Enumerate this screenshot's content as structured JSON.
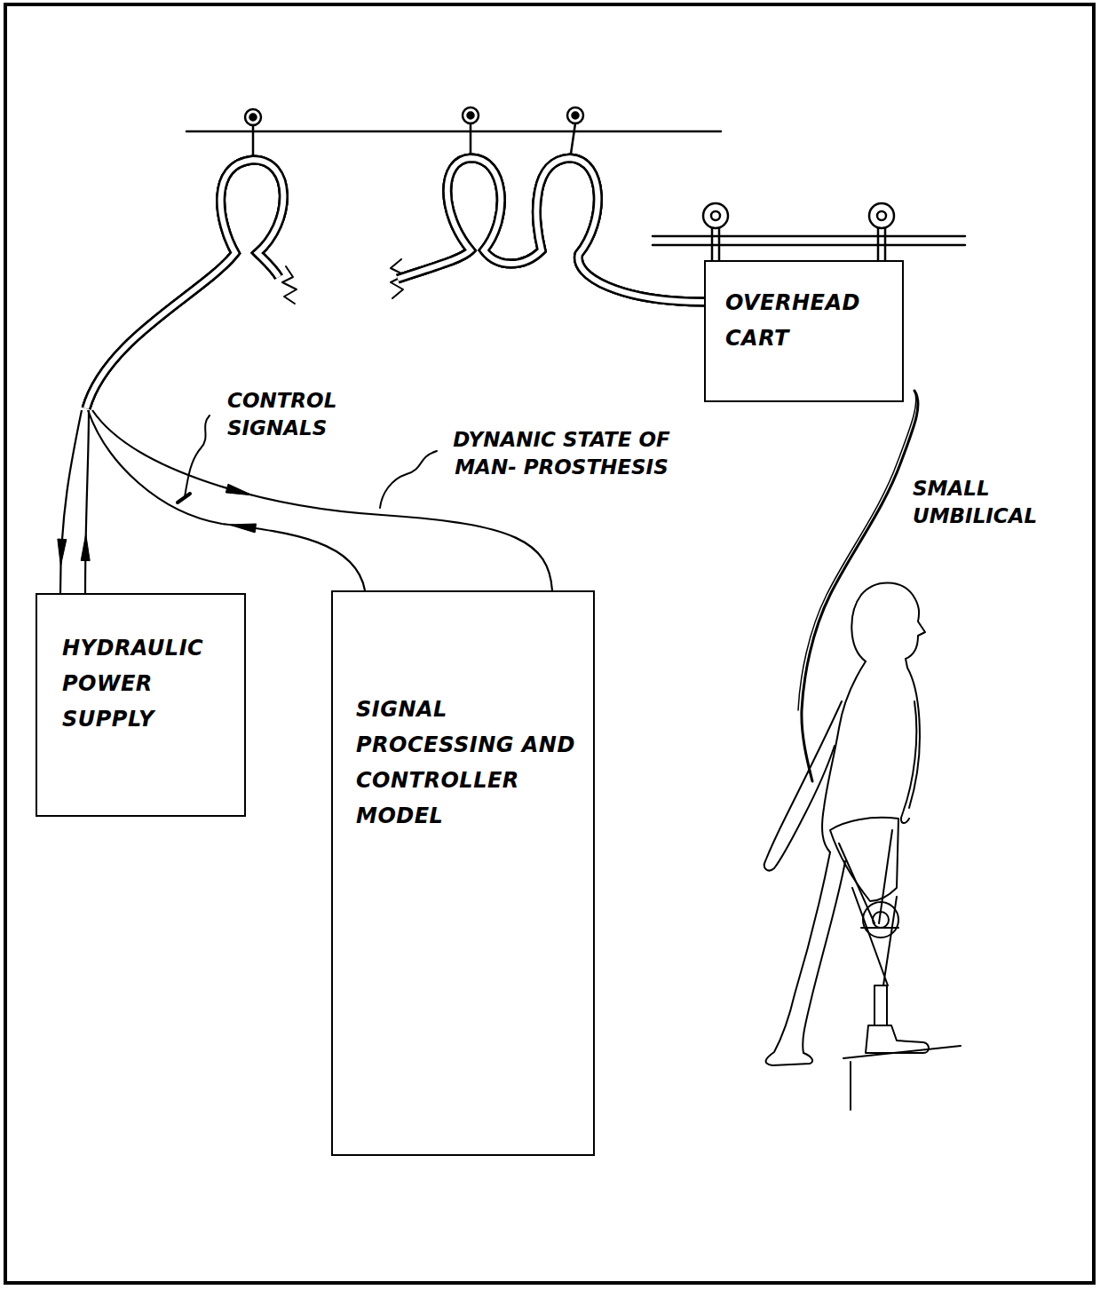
{
  "diagram": {
    "nodes": [
      {
        "text": [
          "HYDRAULIC POWER SUPPLY"
        ]
      },
      {
        "text": [
          "SIGNAL PROCESSING AND CONTROLLER MODEL"
        ]
      },
      {
        "text": [
          "OVERHEAD CART"
        ]
      }
    ],
    "edges": [
      {
        "from": 0,
        "to": 2,
        "arrow": "both"
      },
      {
        "from": 1,
        "to": 2,
        "arrow": "to",
        "label": "CONTROL SIGNALS"
      },
      {
        "from": 2,
        "to": 1,
        "arrow": "to",
        "label": "DYNANIC STATE OF MAN- PROSTHESIS"
      }
    ],
    "labels": [
      "SMALL UMBILICAL"
    ]
  }
}
